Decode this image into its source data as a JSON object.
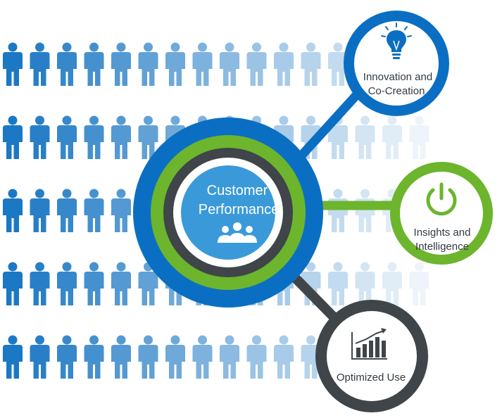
{
  "center": {
    "line1": "Customer",
    "line2": "Performance",
    "icon": "group-of-people-icon"
  },
  "nodes": [
    {
      "id": "innovation",
      "line1": "Innovation and",
      "line2": "Co-Creation",
      "icon": "lightbulb-icon"
    },
    {
      "id": "insights",
      "line1": "Insights and",
      "line2": "Intelligence",
      "icon": "power-icon"
    },
    {
      "id": "optimized",
      "line1": "Optimized Use",
      "line2": "",
      "icon": "bar-chart-growth-icon"
    }
  ],
  "colors": {
    "blue": "#0a6fc2",
    "green": "#6cb52d",
    "dark_gray": "#3f4549",
    "light_blue": "#3a9ad9",
    "crowd_dark": "#1b78c4"
  },
  "background": {
    "icon": "person-icon",
    "rows": 5,
    "columns": 16
  }
}
